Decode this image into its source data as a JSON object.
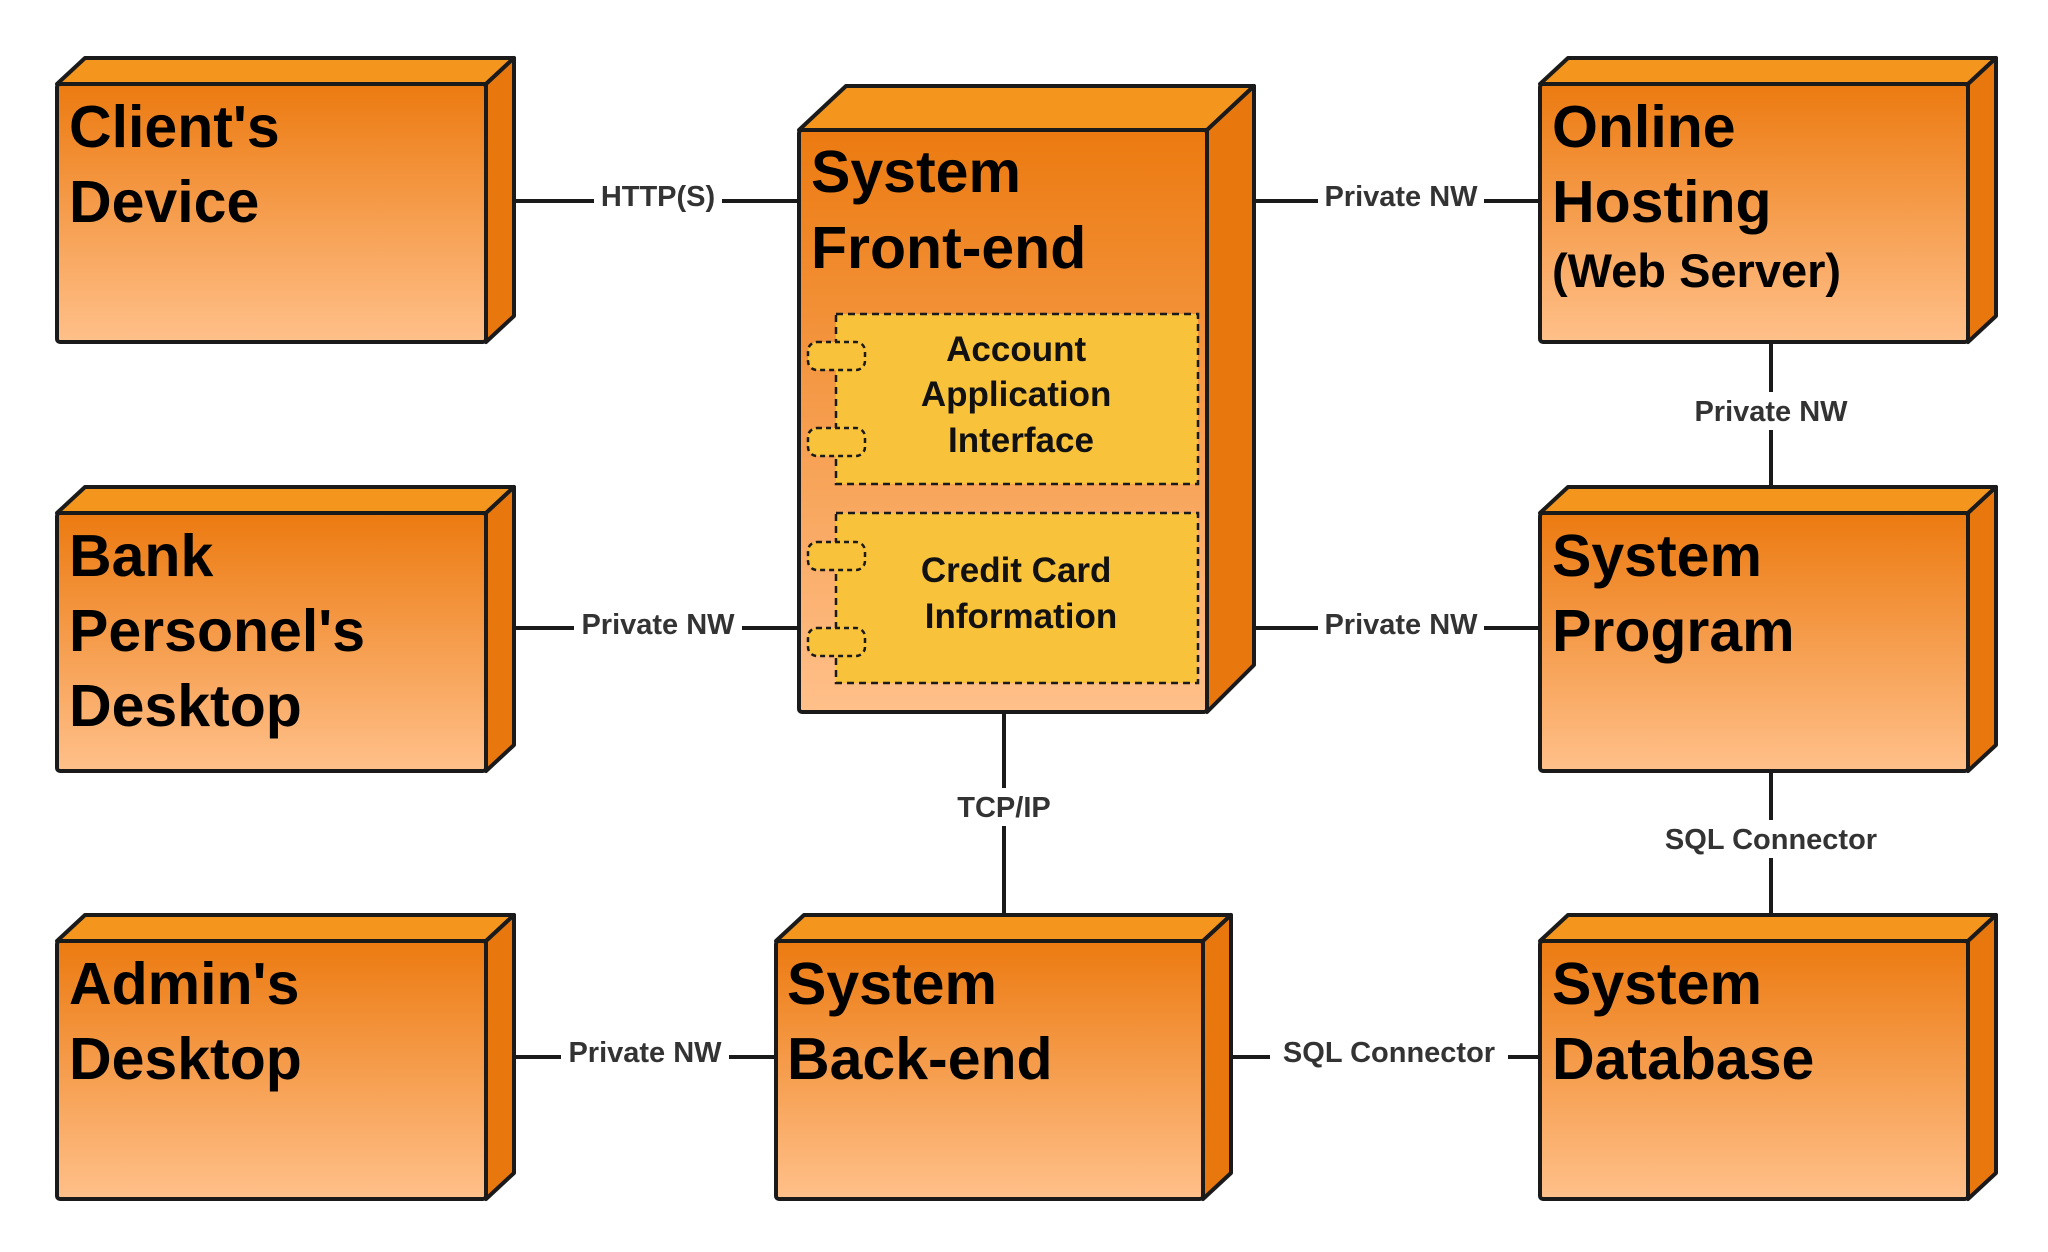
{
  "colors": {
    "node_top": "#ec7a10",
    "node_bottom": "#ffc08a",
    "node_side": "#e8780e",
    "component_fill": "#f8c23a",
    "line": "#1a1a1a",
    "label": "#333333"
  },
  "nodes": {
    "client": {
      "lines": [
        "Client's",
        "Device"
      ]
    },
    "bank": {
      "lines": [
        "Bank",
        "Personel's",
        "Desktop"
      ]
    },
    "admin": {
      "lines": [
        "Admin's",
        "Desktop"
      ]
    },
    "frontend": {
      "lines": [
        "System",
        "Front-end"
      ],
      "components": [
        {
          "lines": [
            "Account",
            "Application",
            "Interface"
          ]
        },
        {
          "lines": [
            "Credit Card",
            "Information"
          ]
        }
      ]
    },
    "backend": {
      "lines": [
        "System",
        "Back-end"
      ]
    },
    "hosting": {
      "lines": [
        "Online",
        "Hosting"
      ],
      "subtitle": "(Web Server)"
    },
    "program": {
      "lines": [
        "System",
        "Program"
      ]
    },
    "database": {
      "lines": [
        "System",
        "Database"
      ]
    }
  },
  "connections": {
    "client_frontend": "HTTP(S)",
    "frontend_hosting": "Private NW",
    "hosting_program": "Private NW",
    "bank_frontend": "Private NW",
    "frontend_program": "Private NW",
    "frontend_backend": "TCP/IP",
    "program_database": "SQL Connector",
    "admin_backend": "Private NW",
    "backend_database": "SQL Connector"
  }
}
